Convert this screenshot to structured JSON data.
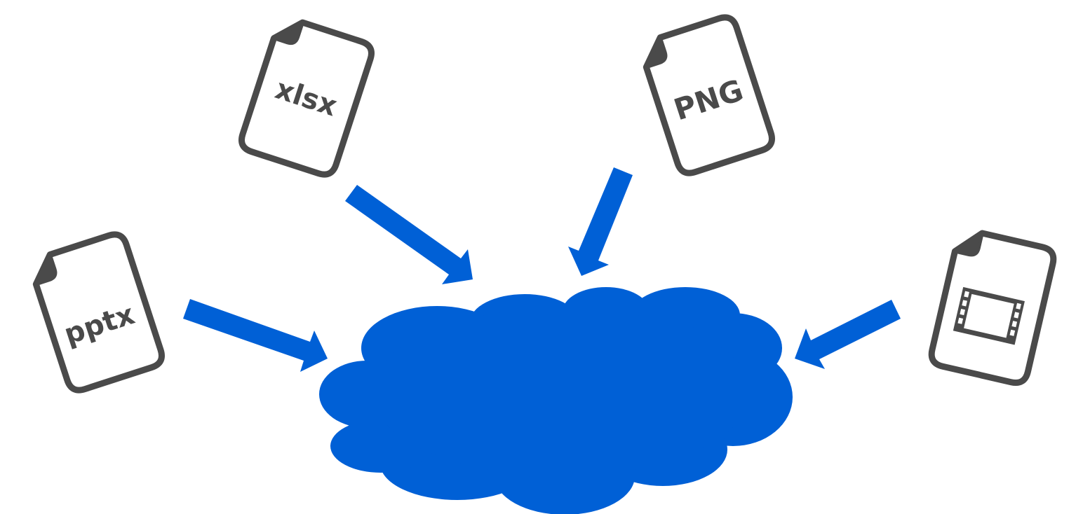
{
  "diagram": {
    "colors": {
      "cloud": "#0060d6",
      "arrow": "#0060d6",
      "file_stroke": "#4a4a4a",
      "file_fill": "#ffffff"
    },
    "files": [
      {
        "id": "xlsx",
        "label": "xlsx",
        "icon": "spreadsheet-file-icon"
      },
      {
        "id": "png",
        "label": "PNG",
        "icon": "image-file-icon"
      },
      {
        "id": "pptx",
        "label": "pptx",
        "icon": "presentation-file-icon"
      },
      {
        "id": "video",
        "label": "",
        "icon": "video-film-file-icon"
      }
    ],
    "target": {
      "icon": "cloud-icon"
    }
  }
}
